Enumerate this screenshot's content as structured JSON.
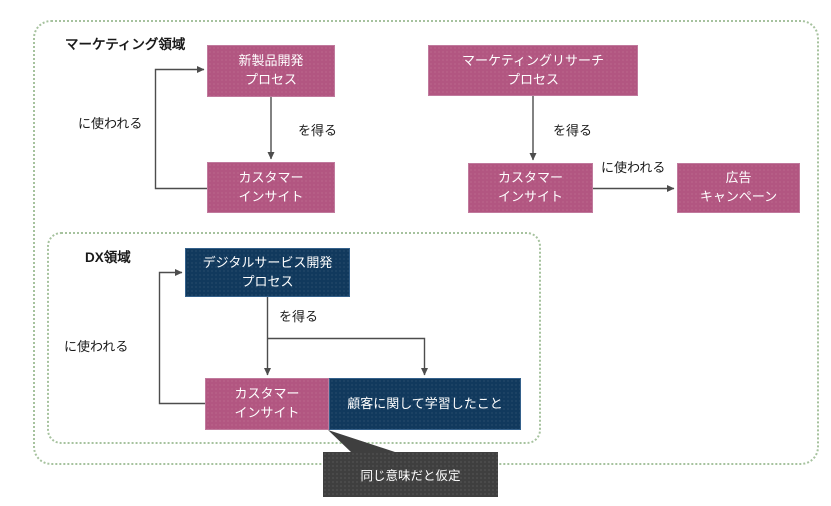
{
  "regions": {
    "marketing": {
      "label": "マーケティング領域"
    },
    "dx": {
      "label": "DX領域"
    }
  },
  "nodes": {
    "new_product_process": {
      "label": "新製品開発\nプロセス"
    },
    "customer_insight_marketing_left": {
      "label": "カスタマー\nインサイト"
    },
    "marketing_research_process": {
      "label": "マーケティングリサーチ\nプロセス"
    },
    "customer_insight_marketing_right": {
      "label": "カスタマー\nインサイト"
    },
    "ad_campaign": {
      "label": "広告\nキャンペーン"
    },
    "digital_service_process": {
      "label": "デジタルサービス開発\nプロセス"
    },
    "customer_insight_dx": {
      "label": "カスタマー\nインサイト"
    },
    "learned_about_customers": {
      "label": "顧客に関して学習したこと"
    }
  },
  "edges": {
    "used_for_marketing_loop": {
      "label": "に使われる"
    },
    "obtain_new_product": {
      "label": "を得る"
    },
    "obtain_research": {
      "label": "を得る"
    },
    "used_for_ad": {
      "label": "に使われる"
    },
    "obtain_digital": {
      "label": "を得る"
    },
    "used_for_dx_loop": {
      "label": "に使われる"
    }
  },
  "callout": {
    "text": "同じ意味だと仮定"
  },
  "colors": {
    "node_pink": "#b25681",
    "node_navy": "#11395d",
    "callout_gray": "#3f3f3f",
    "region_border": "#a6c29e",
    "arrow": "#4d4d4d"
  }
}
